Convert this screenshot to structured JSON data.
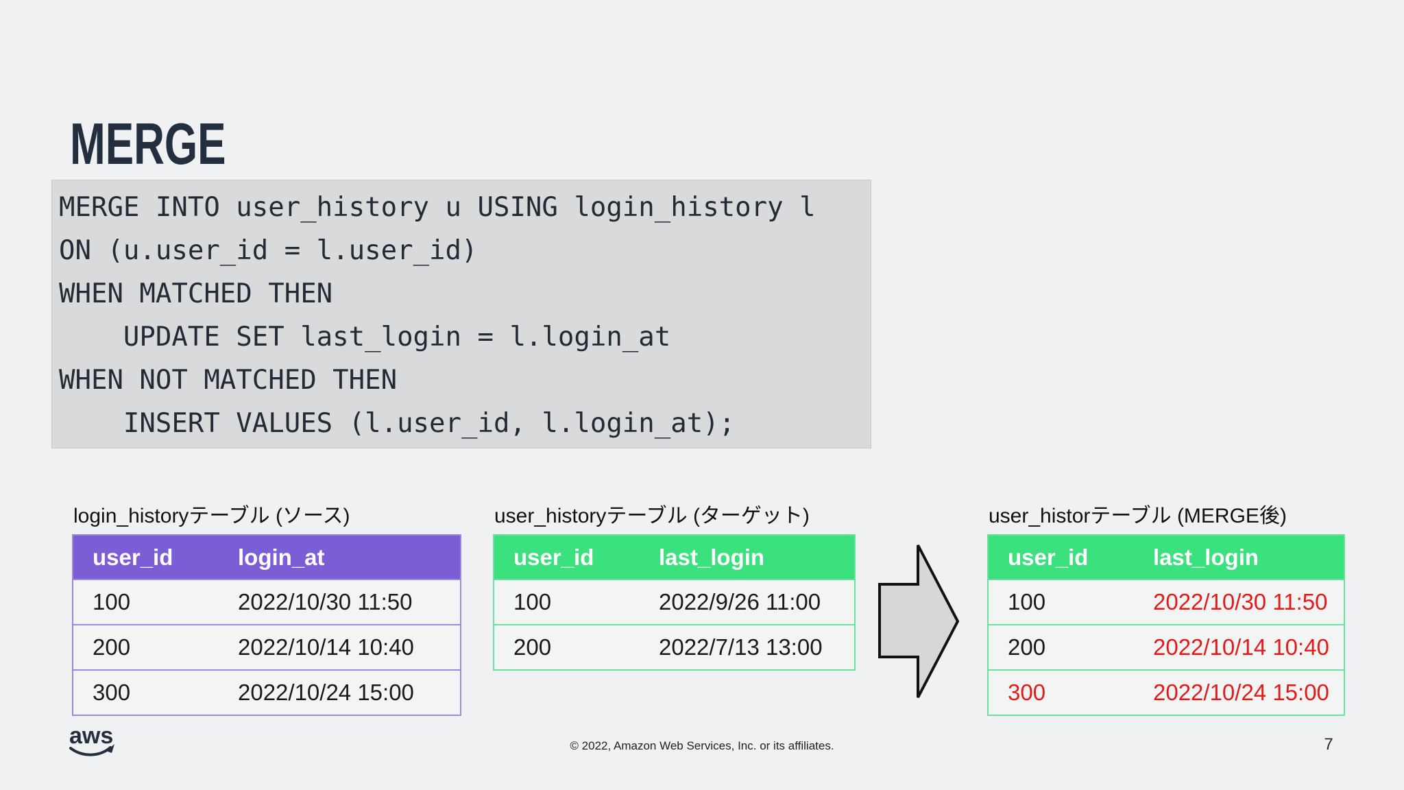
{
  "slide": {
    "title": "MERGE",
    "page_number": "7",
    "copyright": "© 2022, Amazon Web Services, Inc. or its affiliates.",
    "logo_text": "aws"
  },
  "code": {
    "lines": [
      "MERGE INTO user_history u USING login_history l",
      "ON (u.user_id = l.user_id)",
      "WHEN MATCHED THEN",
      "    UPDATE SET last_login = l.login_at",
      "WHEN NOT MATCHED THEN",
      "    INSERT VALUES (l.user_id, l.login_at);"
    ]
  },
  "tables": [
    {
      "id": "source",
      "title": "login_historyテーブル (ソース)",
      "theme": "purple",
      "headers": [
        "user_id",
        "login_at"
      ],
      "rows": [
        [
          {
            "text": "100"
          },
          {
            "text": "2022/10/30 11:50"
          }
        ],
        [
          {
            "text": "200"
          },
          {
            "text": "2022/10/14 10:40"
          }
        ],
        [
          {
            "text": "300"
          },
          {
            "text": "2022/10/24 15:00"
          }
        ]
      ]
    },
    {
      "id": "target",
      "title": "user_historyテーブル (ターゲット)",
      "theme": "green",
      "headers": [
        "user_id",
        "last_login"
      ],
      "rows": [
        [
          {
            "text": "100"
          },
          {
            "text": "2022/9/26 11:00"
          }
        ],
        [
          {
            "text": "200"
          },
          {
            "text": "2022/7/13 13:00"
          }
        ]
      ]
    },
    {
      "id": "merged",
      "title": "user_historテーブル (MERGE後)",
      "theme": "green",
      "headers": [
        "user_id",
        "last_login"
      ],
      "rows": [
        [
          {
            "text": "100"
          },
          {
            "text": "2022/10/30 11:50",
            "red": true
          }
        ],
        [
          {
            "text": "200"
          },
          {
            "text": "2022/10/14 10:40",
            "red": true
          }
        ],
        [
          {
            "text": "300",
            "red": true
          },
          {
            "text": "2022/10/24 15:00",
            "red": true
          }
        ]
      ]
    }
  ],
  "icons": {
    "arrow": "block-right-arrow",
    "logo": "aws-smile-logo"
  },
  "colors": {
    "background": "#eff1f2",
    "code_bg": "#d9dadb",
    "title_navy": "#232f3e",
    "purple_header": "#7b5dd6",
    "purple_border": "#9a8ade",
    "green_header": "#3be17c",
    "green_border": "#6ce0a0",
    "red_text": "#e61919",
    "row_bg": "#f3f4f4",
    "cell_text": "#17191d",
    "arrow_fill": "#d6d7d8",
    "arrow_stroke": "#111111"
  }
}
